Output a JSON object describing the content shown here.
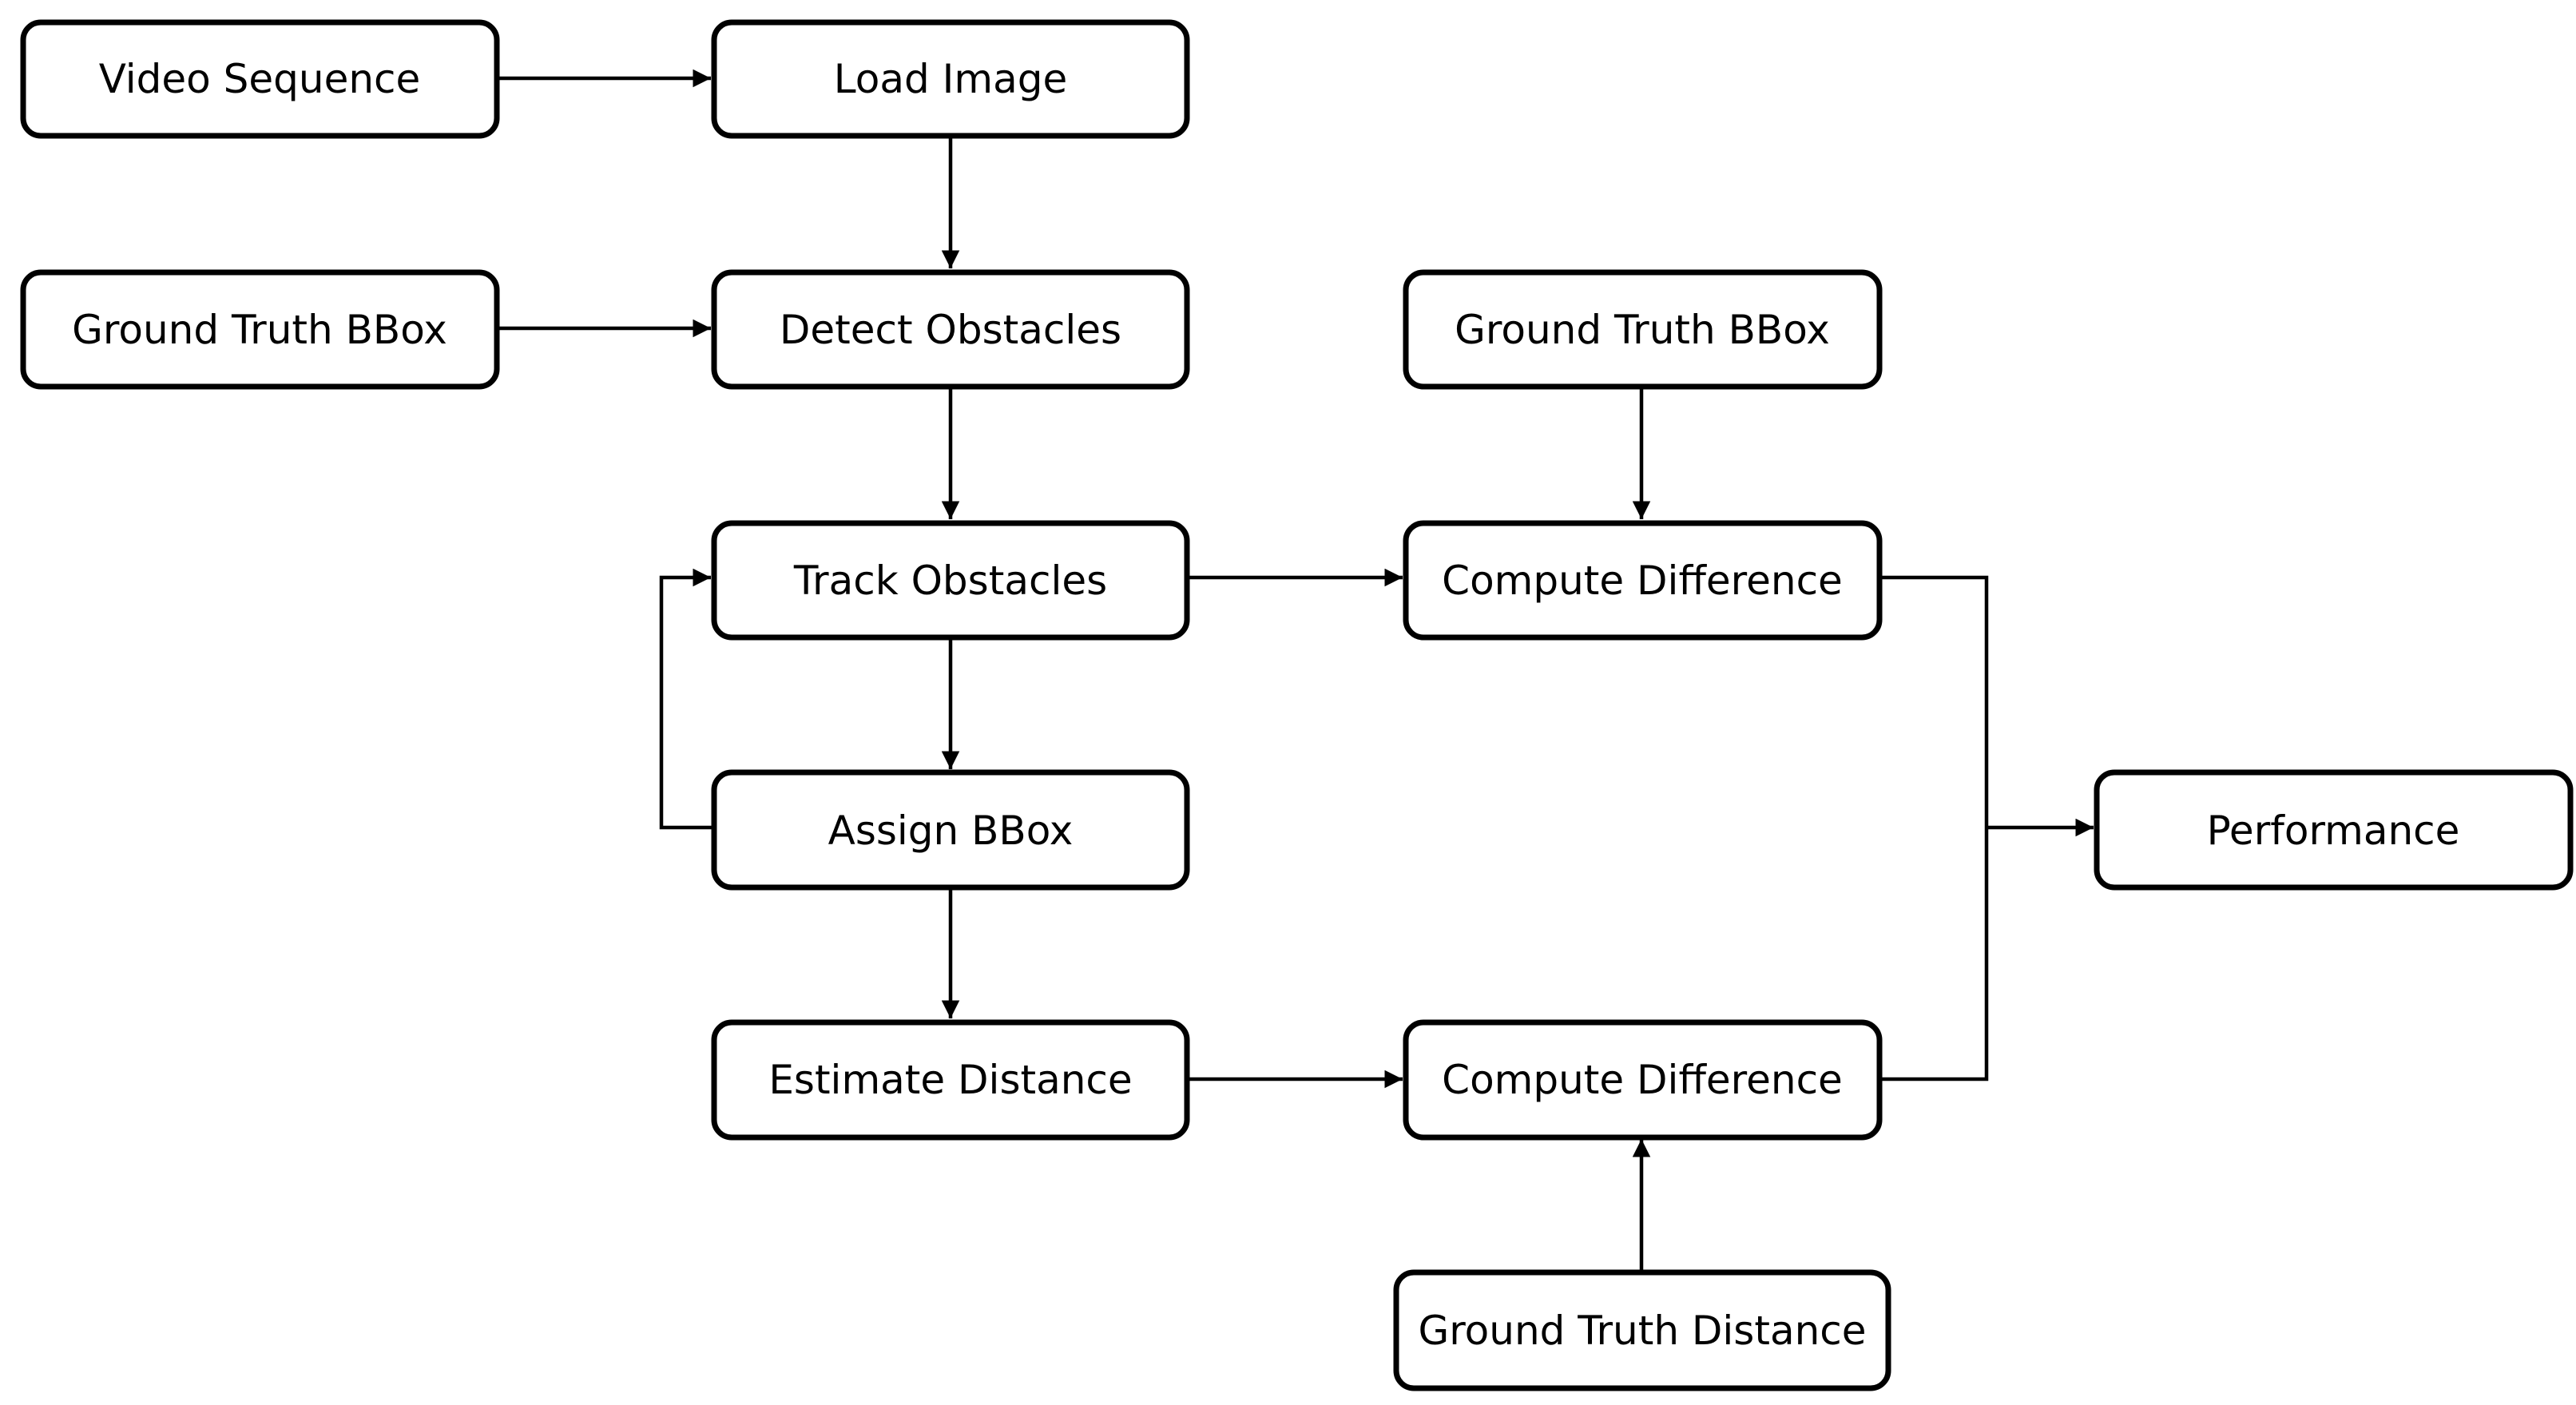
{
  "diagram": {
    "nodes": {
      "video_sequence": "Video Sequence",
      "load_image": "Load Image",
      "gt_bbox_left": "Ground Truth BBox",
      "detect_obstacles": "Detect Obstacles",
      "gt_bbox_right": "Ground Truth BBox",
      "track_obstacles": "Track Obstacles",
      "compute_diff_top": "Compute Difference",
      "assign_bbox": "Assign BBox",
      "performance": "Performance",
      "estimate_distance": "Estimate Distance",
      "compute_diff_bottom": "Compute Difference",
      "gt_distance": "Ground Truth Distance"
    },
    "edges": [
      {
        "from": "video_sequence",
        "to": "load_image"
      },
      {
        "from": "load_image",
        "to": "detect_obstacles"
      },
      {
        "from": "gt_bbox_left",
        "to": "detect_obstacles"
      },
      {
        "from": "detect_obstacles",
        "to": "track_obstacles"
      },
      {
        "from": "gt_bbox_right",
        "to": "compute_diff_top"
      },
      {
        "from": "track_obstacles",
        "to": "compute_diff_top"
      },
      {
        "from": "track_obstacles",
        "to": "assign_bbox"
      },
      {
        "from": "assign_bbox",
        "to": "track_obstacles"
      },
      {
        "from": "assign_bbox",
        "to": "estimate_distance"
      },
      {
        "from": "estimate_distance",
        "to": "compute_diff_bottom"
      },
      {
        "from": "gt_distance",
        "to": "compute_diff_bottom"
      },
      {
        "from": "compute_diff_top",
        "to": "performance"
      },
      {
        "from": "compute_diff_bottom",
        "to": "performance"
      }
    ]
  }
}
